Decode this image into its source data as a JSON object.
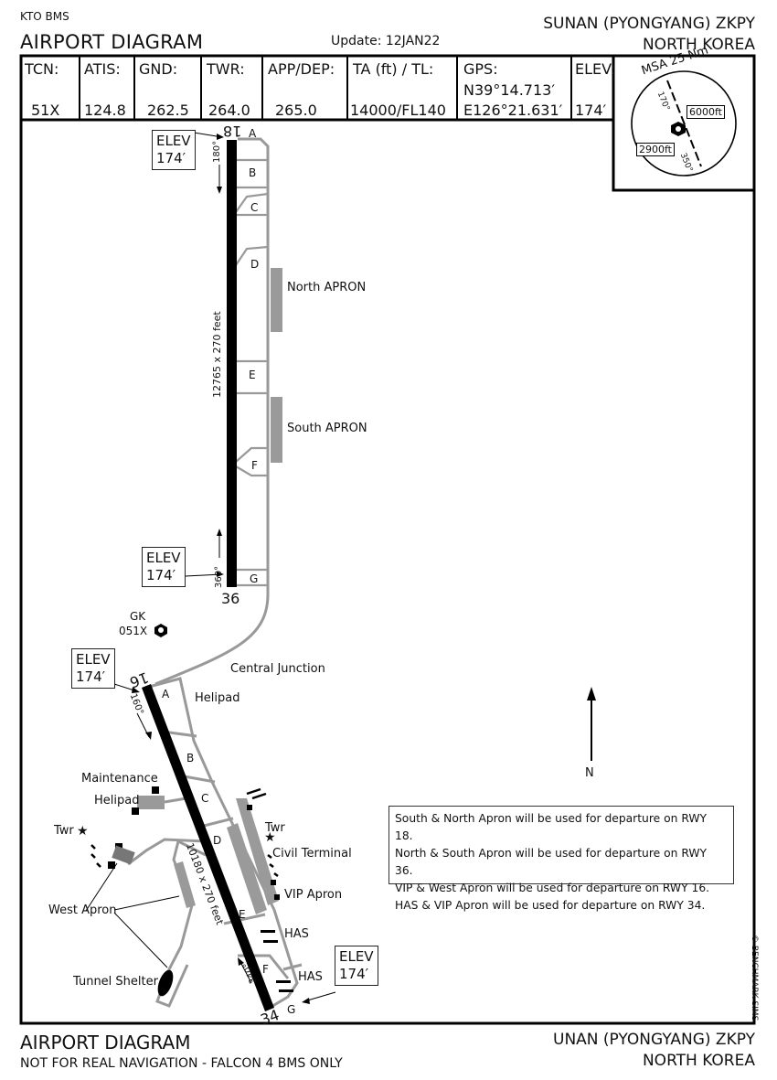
{
  "header": {
    "source": "KTO BMS",
    "title": "AIRPORT DIAGRAM",
    "update": "Update: 12JAN22",
    "airport_name": "SUNAN (PYONGYANG) ZKPY",
    "country": "NORTH KOREA"
  },
  "freq_table": [
    {
      "label": "TCN:",
      "value": "51X"
    },
    {
      "label": "ATIS:",
      "value": "124.8"
    },
    {
      "label": "GND:",
      "value": "262.5"
    },
    {
      "label": "TWR:",
      "value": "264.0"
    },
    {
      "label": "APP/DEP:",
      "value": "265.0"
    },
    {
      "label": "TA (ft) / TL:",
      "value": "14000/FL140"
    },
    {
      "label": "GPS:",
      "value": "N39°14.713′",
      "value2": "E126°21.631′"
    },
    {
      "label": "ELEV:",
      "value": "174′"
    }
  ],
  "msa": {
    "title": "MSA 25 Nm",
    "bearing_a": "170°",
    "bearing_b": "350°",
    "alt_east": "6000ft",
    "alt_west": "2900ft"
  },
  "runway_north": {
    "end_top": "18",
    "end_bottom": "36",
    "dimensions": "12765 x 270 feet",
    "heading_top": "180°",
    "heading_bottom": "360°",
    "taxiways": [
      "A",
      "B",
      "C",
      "D",
      "E",
      "F",
      "G"
    ],
    "north_apron": "North APRON",
    "south_apron": "South APRON"
  },
  "runway_south": {
    "end_top": "16",
    "end_bottom": "34",
    "dimensions": "10180 x 270 feet",
    "heading_top": "160°",
    "heading_bottom": "340°",
    "taxiways": [
      "A",
      "B",
      "C",
      "D",
      "E",
      "F",
      "G"
    ]
  },
  "elev_boxes": [
    {
      "line1": "ELEV",
      "line2": "174′"
    },
    {
      "line1": "ELEV",
      "line2": "174′"
    },
    {
      "line1": "ELEV",
      "line2": "174′"
    },
    {
      "line1": "ELEV",
      "line2": "174′"
    }
  ],
  "labels": {
    "gk": "GK",
    "gk_channel": "051X",
    "central_junction": "Central Junction",
    "helipad_top": "Helipad",
    "maintenance": "Maintenance",
    "helipad_left": "Helipad",
    "twr_left": "Twr",
    "twr_right": "Twr",
    "civil_terminal": "Civil Terminal",
    "vip_apron": "VIP Apron",
    "west_apron": "West Apron",
    "has_1": "HAS",
    "has_2": "HAS",
    "tunnel_shelter": "Tunnel Shelter",
    "north": "N"
  },
  "notes": [
    "South & North Apron will be used for departure  on RWY 18.",
    "North & South Apron will be used for departure on RWY 36.",
    "VIP & West Apron will be used for departure on RWY 16.",
    "HAS & VIP Apron will be used for departure on RWY 34."
  ],
  "copyright": "© BENCHMARK SIMS",
  "footer": {
    "title": "AIRPORT DIAGRAM",
    "disclaimer": "NOT FOR REAL NAVIGATION - FALCON 4 BMS ONLY",
    "airport_name": "UNAN (PYONGYANG) ZKPY",
    "country": "NORTH KOREA"
  }
}
